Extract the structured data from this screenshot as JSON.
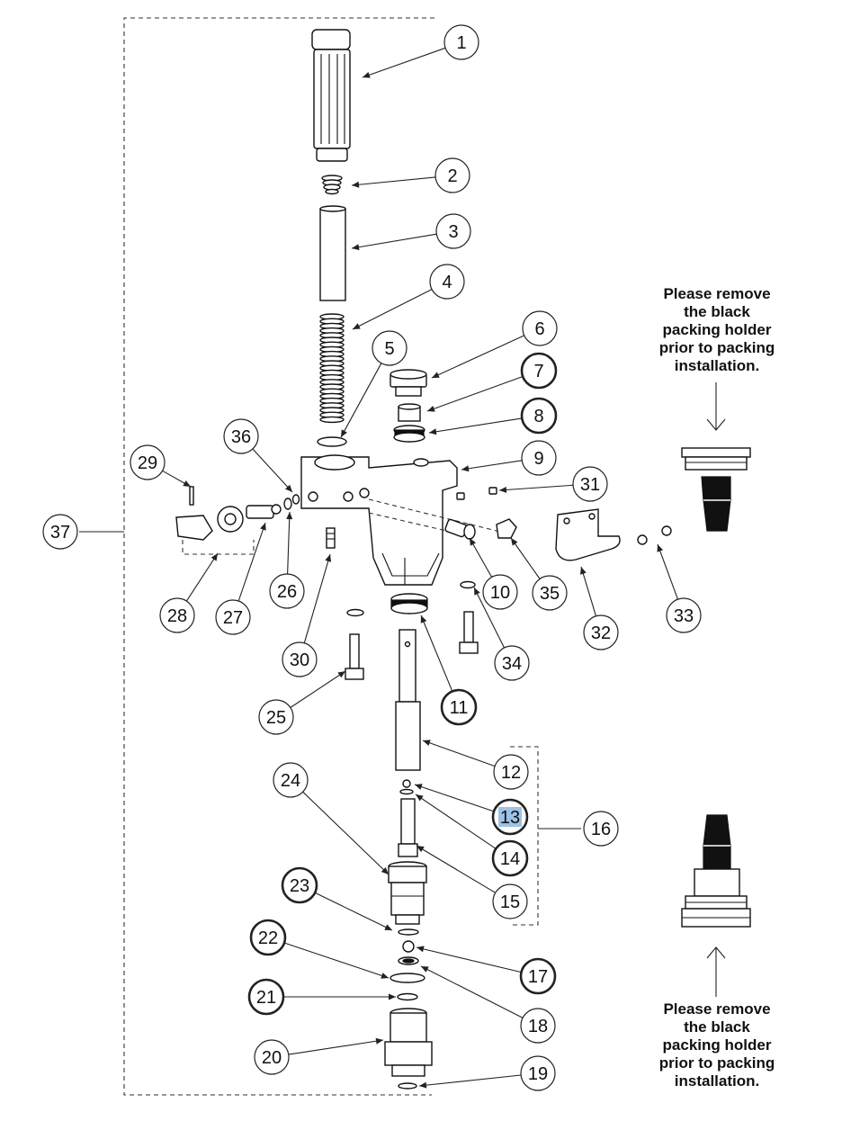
{
  "callouts": [
    {
      "id": "1",
      "label": "1",
      "emphasis": false
    },
    {
      "id": "2",
      "label": "2",
      "emphasis": false
    },
    {
      "id": "3",
      "label": "3",
      "emphasis": false
    },
    {
      "id": "4",
      "label": "4",
      "emphasis": false
    },
    {
      "id": "5",
      "label": "5",
      "emphasis": false
    },
    {
      "id": "6",
      "label": "6",
      "emphasis": false
    },
    {
      "id": "7",
      "label": "7",
      "emphasis": true
    },
    {
      "id": "8",
      "label": "8",
      "emphasis": true
    },
    {
      "id": "9",
      "label": "9",
      "emphasis": false
    },
    {
      "id": "10",
      "label": "10",
      "emphasis": false
    },
    {
      "id": "11",
      "label": "11",
      "emphasis": true
    },
    {
      "id": "12",
      "label": "12",
      "emphasis": false
    },
    {
      "id": "13",
      "label": "13",
      "emphasis": true,
      "highlighted": true
    },
    {
      "id": "14",
      "label": "14",
      "emphasis": true
    },
    {
      "id": "15",
      "label": "15",
      "emphasis": false
    },
    {
      "id": "16",
      "label": "16",
      "emphasis": false
    },
    {
      "id": "17",
      "label": "17",
      "emphasis": true
    },
    {
      "id": "18",
      "label": "18",
      "emphasis": false
    },
    {
      "id": "19",
      "label": "19",
      "emphasis": false
    },
    {
      "id": "20",
      "label": "20",
      "emphasis": false
    },
    {
      "id": "21",
      "label": "21",
      "emphasis": true
    },
    {
      "id": "22",
      "label": "22",
      "emphasis": true
    },
    {
      "id": "23",
      "label": "23",
      "emphasis": true
    },
    {
      "id": "24",
      "label": "24",
      "emphasis": false
    },
    {
      "id": "25",
      "label": "25",
      "emphasis": false
    },
    {
      "id": "26",
      "label": "26",
      "emphasis": false
    },
    {
      "id": "27",
      "label": "27",
      "emphasis": false
    },
    {
      "id": "28",
      "label": "28",
      "emphasis": false
    },
    {
      "id": "29",
      "label": "29",
      "emphasis": false
    },
    {
      "id": "30",
      "label": "30",
      "emphasis": false
    },
    {
      "id": "31",
      "label": "31",
      "emphasis": false
    },
    {
      "id": "32",
      "label": "32",
      "emphasis": false
    },
    {
      "id": "33",
      "label": "33",
      "emphasis": false
    },
    {
      "id": "34",
      "label": "34",
      "emphasis": false
    },
    {
      "id": "35",
      "label": "35",
      "emphasis": false
    },
    {
      "id": "36",
      "label": "36",
      "emphasis": false
    },
    {
      "id": "37",
      "label": "37",
      "emphasis": false
    }
  ],
  "notes": {
    "top": {
      "lines": [
        "Please remove",
        "the black",
        "packing holder",
        "prior to packing",
        "installation."
      ]
    },
    "bottom": {
      "lines": [
        "Please remove",
        "the black",
        "packing holder",
        "prior to packing",
        "installation."
      ]
    }
  },
  "colors": {
    "line": "#111111",
    "highlight": "#9cc3e6",
    "background": "#ffffff"
  }
}
